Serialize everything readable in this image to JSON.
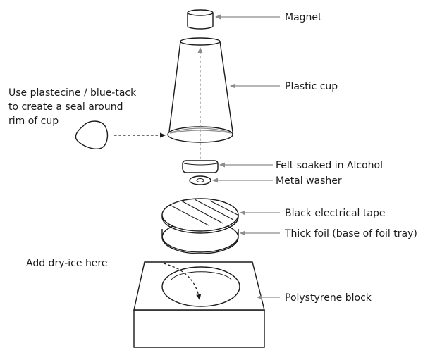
{
  "labels": {
    "magnet": "Magnet",
    "plastic_cup": "Plastic cup",
    "seal_line1": "Use plastecine / blue-tack",
    "seal_line2": "to create a seal around",
    "seal_line3": "rim of cup",
    "felt": "Felt soaked in Alcohol",
    "washer": "Metal washer",
    "tape": "Black electrical tape",
    "foil": "Thick foil (base of foil tray)",
    "dry_ice": "Add dry-ice here",
    "block": "Polystyrene block"
  },
  "colors": {
    "outline": "#1a1a1a",
    "pointer": "#8c8c8c"
  }
}
